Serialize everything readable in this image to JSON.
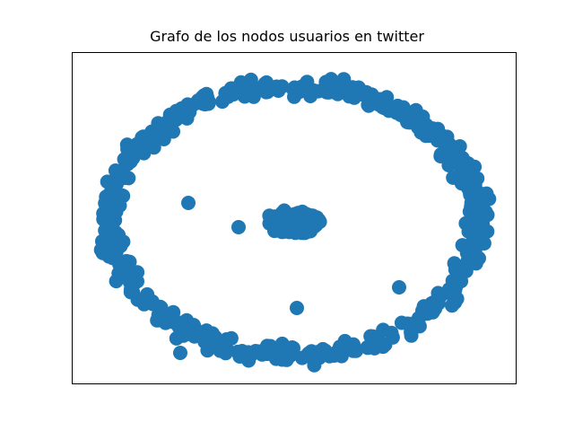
{
  "title": "Grafo de los nodos usuarios en twitter",
  "style": {
    "node_color": "#1f77b4",
    "frame_color": "#000000",
    "background": "#ffffff"
  },
  "graph": {
    "layout": "spring",
    "edges_visible": false,
    "axes_ticks": false,
    "structure": "dense central cluster of nodes surrounded by an outer ring of smaller node groups"
  }
}
